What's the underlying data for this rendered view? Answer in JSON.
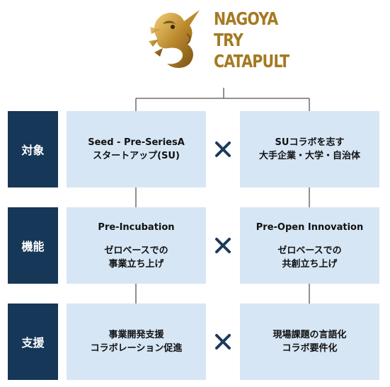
{
  "logo": {
    "lines": [
      "NAGOYA",
      "TRY",
      "CATAPULT"
    ],
    "color": "#a47a22"
  },
  "rows": [
    {
      "label": "対象",
      "left": [
        "Seed - Pre-SeriesA",
        "スタートアップ(SU)"
      ],
      "right": [
        "SUコラボを志す",
        "大手企業・大学・自治体"
      ]
    },
    {
      "label": "機能",
      "left_title": "Pre-Incubation",
      "left": [
        "ゼロベースでの",
        "事業立ち上げ"
      ],
      "right_title": "Pre-Open Innovation",
      "right": [
        "ゼロベースでの",
        "共創立ち上げ"
      ]
    },
    {
      "label": "支援",
      "left": [
        "事業開発支援",
        "コラボレーション促進"
      ],
      "right": [
        "現場課題の言語化",
        "コラボ要件化"
      ]
    }
  ],
  "colors": {
    "label_bg": "#163757",
    "box_bg": "#d6e6f5",
    "cross": "#1b3a5c",
    "connector": "#555555"
  },
  "icons": {
    "cross": "times-icon",
    "logo": "dragon-logo-icon"
  }
}
